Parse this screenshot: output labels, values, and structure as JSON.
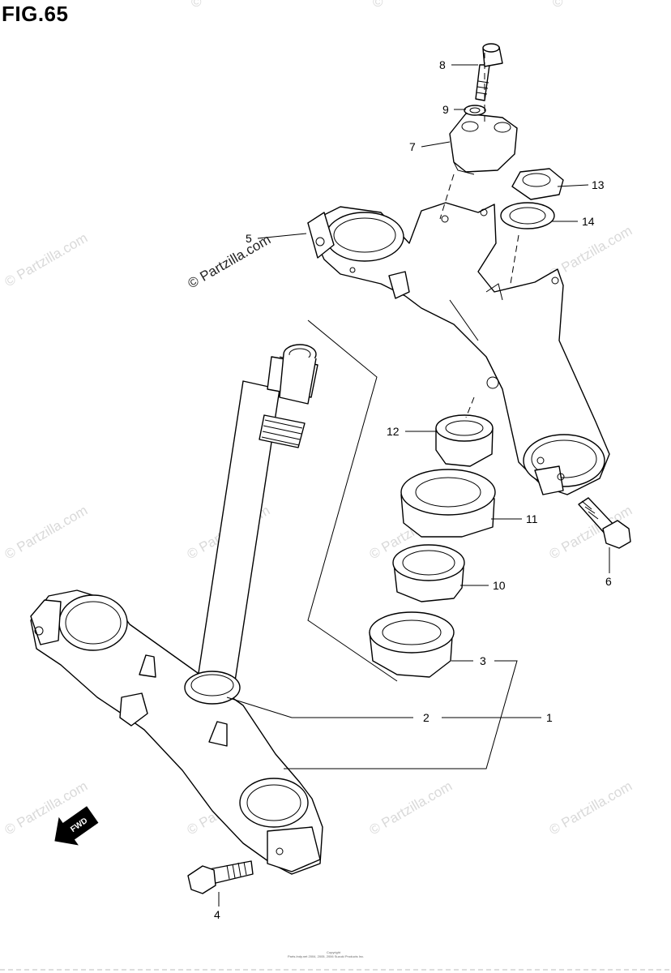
{
  "figure": {
    "title": "FIG.65"
  },
  "watermark": {
    "text": "© Partzilla.com",
    "corner_text": "©"
  },
  "fwd_label": "FWD",
  "footer": {
    "line1": "Copyright",
    "line2": "Parts.Indy.net 2004, 2005, 2006 Suzuki Products Inc."
  },
  "callouts": [
    {
      "id": "1",
      "label": "1"
    },
    {
      "id": "2",
      "label": "2"
    },
    {
      "id": "3",
      "label": "3"
    },
    {
      "id": "4",
      "label": "4"
    },
    {
      "id": "5",
      "label": "5"
    },
    {
      "id": "6",
      "label": "6"
    },
    {
      "id": "7",
      "label": "7"
    },
    {
      "id": "8",
      "label": "8"
    },
    {
      "id": "9",
      "label": "9"
    },
    {
      "id": "10",
      "label": "10"
    },
    {
      "id": "11",
      "label": "11"
    },
    {
      "id": "12",
      "label": "12"
    },
    {
      "id": "13",
      "label": "13"
    },
    {
      "id": "14",
      "label": "14"
    }
  ]
}
